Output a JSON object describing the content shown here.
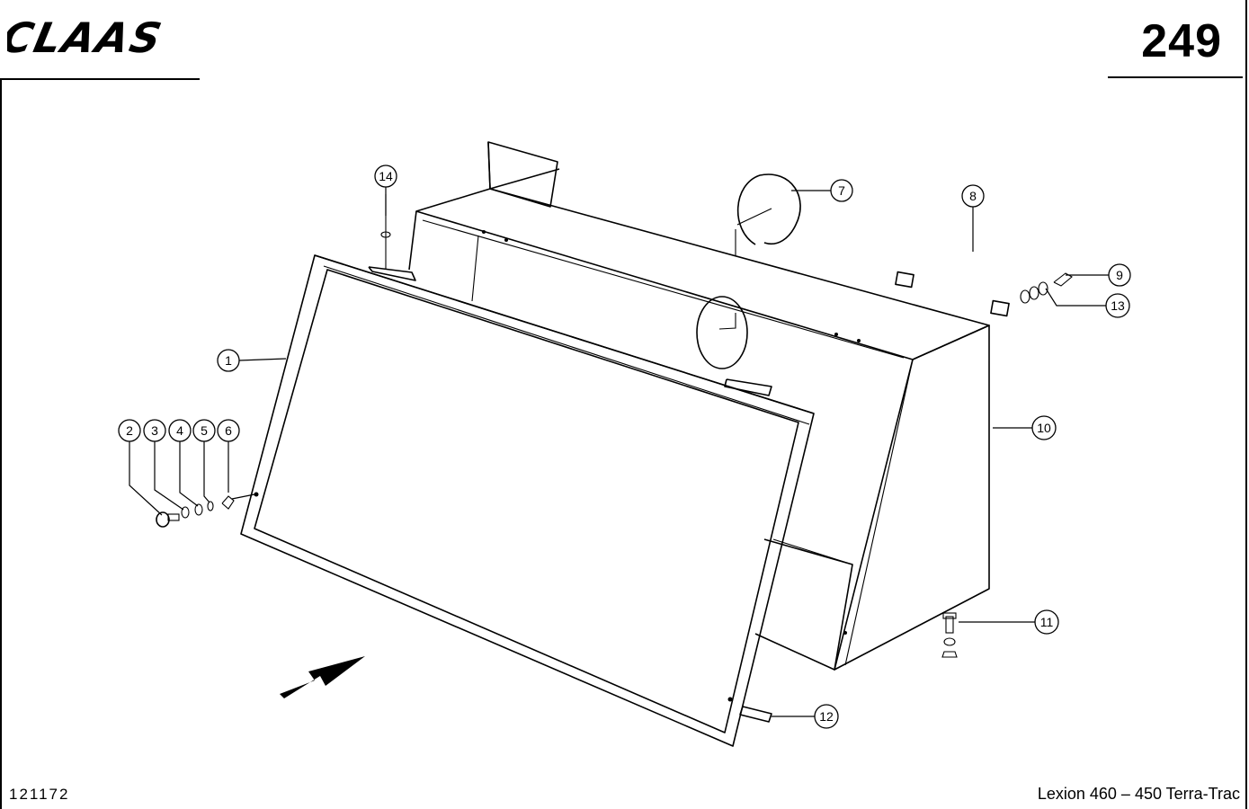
{
  "header": {
    "brand": "CLAAS",
    "page_number": "249"
  },
  "footer": {
    "drawing_number": "121172",
    "model": "Lexion 460 – 450 Terra-Trac"
  },
  "callouts": [
    "1",
    "2",
    "3",
    "4",
    "5",
    "6",
    "7",
    "8",
    "9",
    "10",
    "11",
    "12",
    "13",
    "14"
  ]
}
